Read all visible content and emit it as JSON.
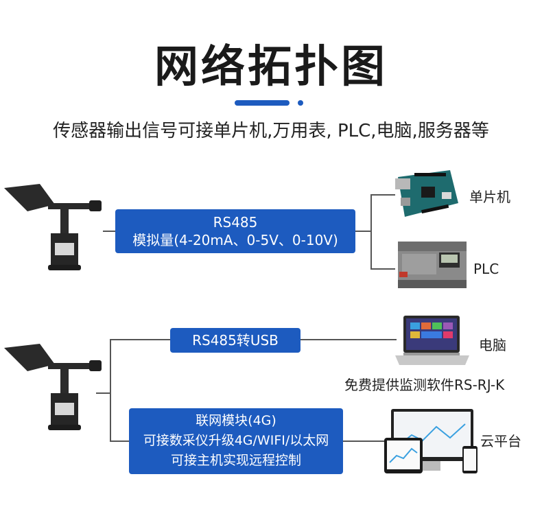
{
  "header": {
    "title": "网络拓扑图",
    "subtitle": "传感器输出信号可接单片机,万用表, PLC,电脑,服务器等"
  },
  "colors": {
    "accent": "#1d5bbf",
    "text": "#222222"
  },
  "row1": {
    "box_line1": "RS485",
    "box_line2": "模拟量(4-20mA、0-5V、0-10V)",
    "device1_label": "单片机",
    "device2_label": "PLC"
  },
  "row2": {
    "usb_box": "RS485转USB",
    "pc_label": "电脑",
    "pc_caption": "免费提供监测软件RS-RJ-K",
    "module_line1": "联网模块(4G)",
    "module_line2": "可接数采仪升级4G/WIFI/以太网",
    "module_line3": "可接主机实现远程控制",
    "cloud_label": "云平台"
  },
  "icons": [
    "wind-vane-icon",
    "mcu-board-icon",
    "plc-icon",
    "laptop-icon",
    "cloud-devices-icon"
  ]
}
